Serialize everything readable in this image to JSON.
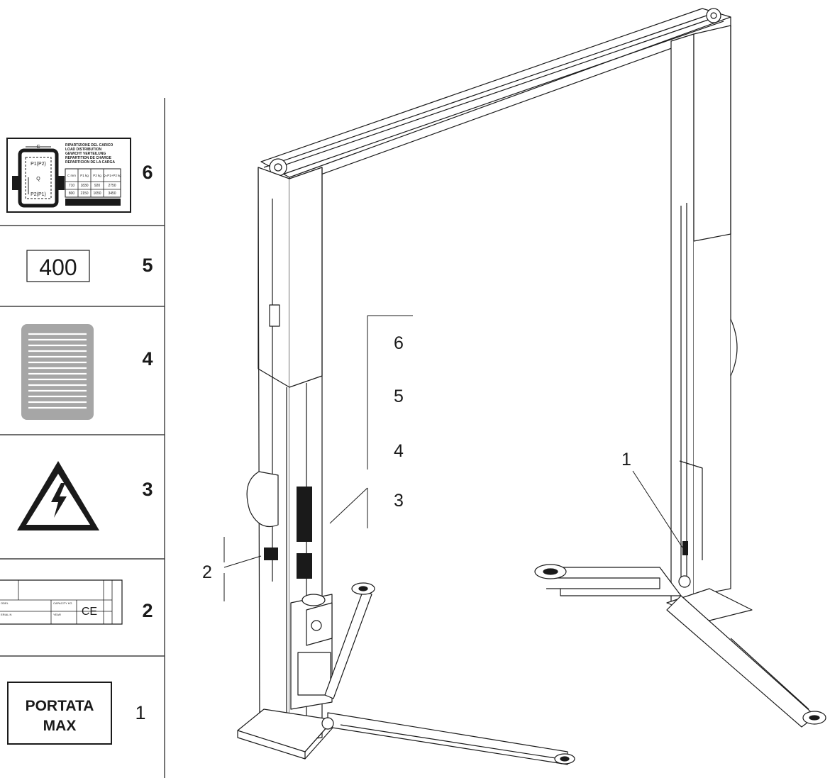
{
  "legend_panels": [
    {
      "number": "6",
      "label_title_lines": [
        "RIPARTIZIONE DEL CARICO",
        "LOAD DISTRIBUTION",
        "GEWICHT VERTEILUNG",
        "REPARTITION DE CHARGE",
        "REPARTICION DE LA CARGA"
      ],
      "diagram_labels": {
        "c": "C",
        "p1": "P1(P2)",
        "q": "Q",
        "p2": "P2(P1)"
      },
      "table_headers": [
        "C\nmm",
        "P1\nkg",
        "P2\nkg",
        "Q=P1+P2\nkg"
      ],
      "table_rows": [
        [
          "710",
          "1830",
          "920",
          "2750"
        ],
        [
          "800",
          "2150",
          "1050",
          "3450"
        ]
      ]
    },
    {
      "number": "5",
      "label_value": "400"
    },
    {
      "number": "4",
      "label_kind": "striped-vent-plate"
    },
    {
      "number": "3",
      "label_kind": "electrical-hazard-sign"
    },
    {
      "number": "2",
      "plate_fields": {
        "model": "ODEL",
        "serial": "ERIAL N",
        "capacity": "CAPACITY KG",
        "year": "YEAR",
        "mark": "CE"
      }
    },
    {
      "number": "1",
      "label_text_lines": [
        "PORTATA",
        "MAX"
      ]
    }
  ],
  "callouts": {
    "stack_numbers": [
      "6",
      "5",
      "4",
      "3"
    ],
    "left_number": "2",
    "right_number": "1"
  },
  "colors": {
    "line": "#1a1a1a",
    "vent_plate": "#a6a6a6",
    "label_fill": "#1a1a1a"
  }
}
